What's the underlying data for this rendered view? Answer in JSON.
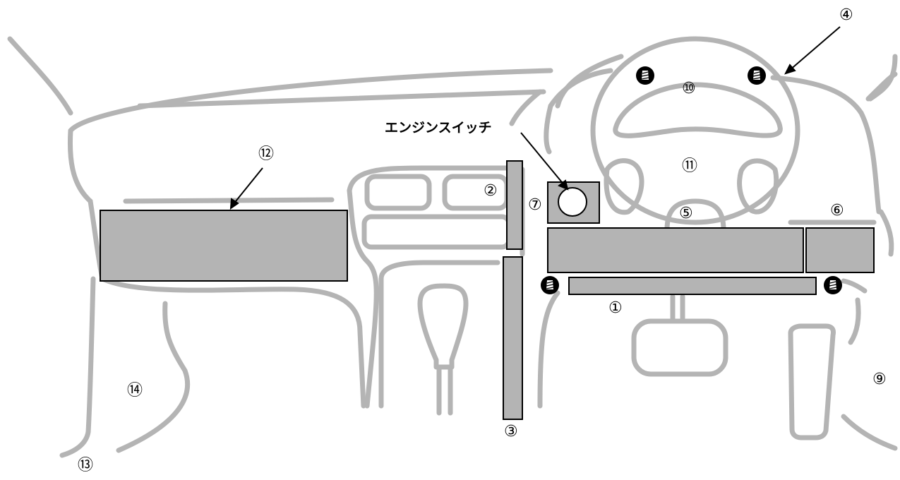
{
  "diagram": {
    "engine_switch_label": "エンジンスイッチ",
    "markers": {
      "m1": "①",
      "m2": "②",
      "m3": "③",
      "m4": "④",
      "m5": "⑤",
      "m6": "⑥",
      "m7": "⑦",
      "m9": "⑨",
      "m10": "⑩",
      "m11": "⑪",
      "m12": "⑫",
      "m13": "⑬",
      "m14": "⑭"
    }
  },
  "colors": {
    "outline": "#b4b4b4",
    "panel": "#b4b4b4",
    "ink": "#000000"
  }
}
